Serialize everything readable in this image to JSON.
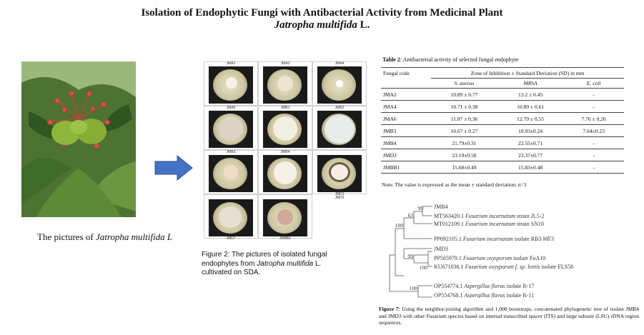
{
  "title": {
    "line1": "Isolation of Endophytic Fungi with Antibacterial Activity from Medicinal Plant",
    "line2_italic": "Jatropha multifida",
    "line2_plain": " L."
  },
  "plant_caption": {
    "prefix": "The pictures of ",
    "italic": "Jatropha multifida L"
  },
  "figure2": {
    "caption_prefix": "Figure 2: The pictures of isolated fungal endophytes from ",
    "caption_italic": "Jatropha multifida",
    "caption_suffix": " L. cultivated on SDA.",
    "labels": [
      "JMA2",
      "JMA3",
      "JMA4",
      "JMA6",
      "JMB1",
      "JMB2",
      "JMB3",
      "JMB4",
      "JMD1",
      "JMD5",
      "JMD7",
      "JMBB1"
    ]
  },
  "table": {
    "caption_bold": "Table 2",
    "caption_text": ": Antibacterial activity of selected fungal endophyte",
    "header_code": "Fungal code",
    "header_zone": "Zone of Inhibition ± Standard Deviation (SD) in mm",
    "sub": [
      "S. aureus",
      "MRSA",
      "E. coli"
    ],
    "rows": [
      {
        "code": "JMA2",
        "s": "10.89 ± 0.77",
        "m": "13.2 ± 0.45",
        "e": "-"
      },
      {
        "code": "JMA4",
        "s": "10.71 ± 0.38",
        "m": "10.89 ± 0.61",
        "e": "-"
      },
      {
        "code": "JMA6",
        "s": "11.87 ± 0,36",
        "m": "12.79 ± 0,55",
        "e": "7.76 ± 0,26"
      },
      {
        "code": "JMB3",
        "s": "10.67 ± 0.27",
        "m": "10.93±0.24",
        "e": "7.64±0.23"
      },
      {
        "code": "JMB4",
        "s": "21.79±0.31",
        "m": "22.55±0.71",
        "e": "-"
      },
      {
        "code": "JMD3",
        "s": "23.19±0.58",
        "m": "23.37±0.77",
        "e": "-"
      },
      {
        "code": "JMBB1",
        "s": "15.68±0.49",
        "m": "15.83±0.48",
        "e": "-"
      }
    ],
    "note": "Note: The value is expressed as the mean ± standard deviation; n=3"
  },
  "tree": {
    "bootstraps": [
      "99",
      "63",
      "100",
      "99",
      "100",
      "100"
    ],
    "leaves": [
      {
        "acc": "JMB4",
        "italic": "",
        "rest": ""
      },
      {
        "acc": "MT563420.1 ",
        "italic": "Fusarium incarnatum",
        "rest": " strain JL5-2"
      },
      {
        "acc": "MT012109.1 ",
        "italic": "Fusarium incarnatum",
        "rest": " strain SN10"
      },
      {
        "acc": "PP092105.1 ",
        "italic": "Fusarium incarnatum",
        "rest": " isolate RB3 MF3"
      },
      {
        "acc": "JMD3",
        "italic": "",
        "rest": ""
      },
      {
        "acc": "PP565979.1 ",
        "italic": "Fusarium oxysporum",
        "rest": " isolate FoA10"
      },
      {
        "acc": "KU671036.1 ",
        "italic": "Fusarium oxysporum f. sp. lentis",
        "rest": " isolate FLS58"
      },
      {
        "acc": "OP554774.1 ",
        "italic": "Aspergillus flavus",
        "rest": " isolate R-17"
      },
      {
        "acc": "OP554768.1 ",
        "italic": "Aspergillus flavus",
        "rest": " isolate R-11"
      }
    ]
  },
  "figure7": {
    "caption_bold": "Figure 7",
    "caption_text": ": Using the neighbor-joining algorithm and 1,000 bootstraps, concatenated phylogenetic tree of isolate JMB4 and JMD3 with other Fusarium species based on internal transcribed spacer (ITS) and large subunit (LSU) rDNA region sequences."
  }
}
